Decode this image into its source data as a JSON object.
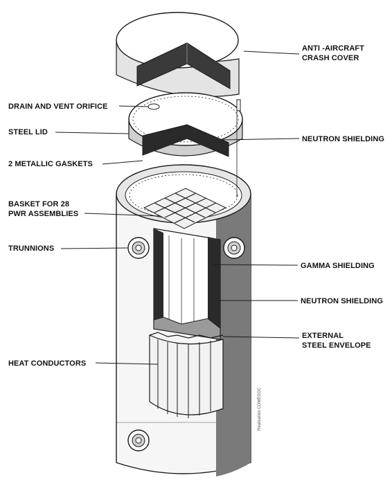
{
  "diagram": {
    "labels": {
      "anti_aircraft_1": "ANTI -AIRCRAFT",
      "anti_aircraft_2": "CRASH COVER",
      "drain_vent": "DRAIN AND VENT ORIFICE",
      "steel_lid": "STEEL LID",
      "neutron_top": "NEUTRON SHIELDING",
      "gaskets": "2 METALLIC GASKETS",
      "basket_1": "BASKET FOR 28",
      "basket_2": "PWR ASSEMBLIES",
      "trunnions": "TRUNNIONS",
      "gamma": "GAMMA SHIELDING",
      "neutron_mid": "NEUTRON SHIELDING",
      "external_1": "EXTERNAL",
      "external_2": "STEEL ENVELOPE",
      "heat": "HEAT CONDUCTORS"
    },
    "credit": "Réalisation COMEDOC"
  },
  "colors": {
    "ink": "#1a1a1a",
    "dark_shade": "#3a3a3a",
    "mid_shade": "#8a8a8a",
    "light_shade": "#e4e4e4",
    "paper": "#ffffff"
  }
}
